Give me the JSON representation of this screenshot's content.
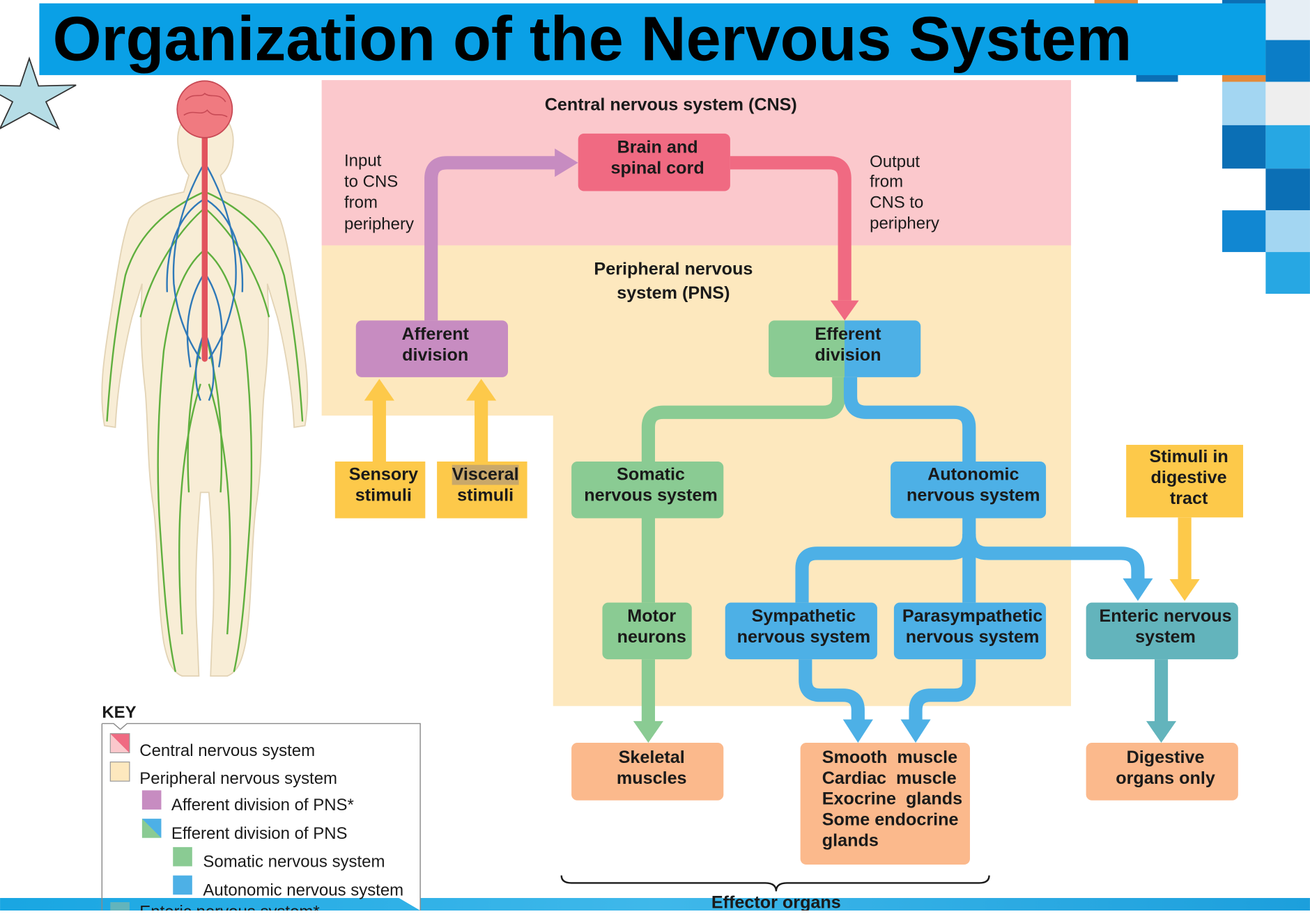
{
  "title": "Organization of the Nervous System",
  "colors": {
    "cns": "#F06A82",
    "cns_bg": "#FBC8CC",
    "pns_bg": "#FDE8BE",
    "afferent": "#C78CC1",
    "somatic": "#8ACB93",
    "autonomic": "#4DB0E6",
    "enteric": "#63B4BC",
    "stimuli": "#FDC94A",
    "effector": "#FBB98C",
    "title_bar": "#0AA0E6"
  },
  "regions": {
    "cns": "Central nervous system (CNS)",
    "pns": [
      "Peripheral nervous",
      "system (PNS)"
    ]
  },
  "notes": {
    "input": [
      "Input",
      "to CNS",
      "from",
      "periphery"
    ],
    "output": [
      "Output",
      "from",
      "CNS to",
      "periphery"
    ]
  },
  "boxes": {
    "brain": [
      "Brain and",
      "spinal cord"
    ],
    "afferent": [
      "Afferent",
      "division"
    ],
    "efferent": [
      "Efferent",
      "division"
    ],
    "sensory": [
      "Sensory",
      "stimuli"
    ],
    "visceral": [
      "Visceral",
      "stimuli"
    ],
    "somatic": [
      "Somatic",
      "nervous system"
    ],
    "autonomic": [
      "Autonomic",
      "nervous system"
    ],
    "digestive_stimuli": [
      "Stimuli in",
      "digestive",
      "tract"
    ],
    "motor": [
      "Motor",
      "neurons"
    ],
    "sympathetic": [
      "Sympathetic",
      "nervous system"
    ],
    "parasympathetic": [
      "Parasympathetic",
      "nervous system"
    ],
    "enteric": [
      "Enteric nervous",
      "system"
    ],
    "skeletal": [
      "Skeletal",
      "muscles"
    ],
    "smooth": [
      "Smooth  muscle",
      "Cardiac  muscle",
      "Exocrine  glands",
      "Some endocrine",
      "glands"
    ],
    "digestive_organs": [
      "Digestive",
      "organs only"
    ]
  },
  "effector_label": "Effector organs",
  "key": {
    "title": "KEY",
    "items": [
      "Central nervous system",
      "Peripheral nervous system",
      "Afferent division of PNS*",
      "Efferent division of PNS",
      "Somatic nervous system",
      "Autonomic nervous system",
      "Enteric nervous system*"
    ]
  }
}
